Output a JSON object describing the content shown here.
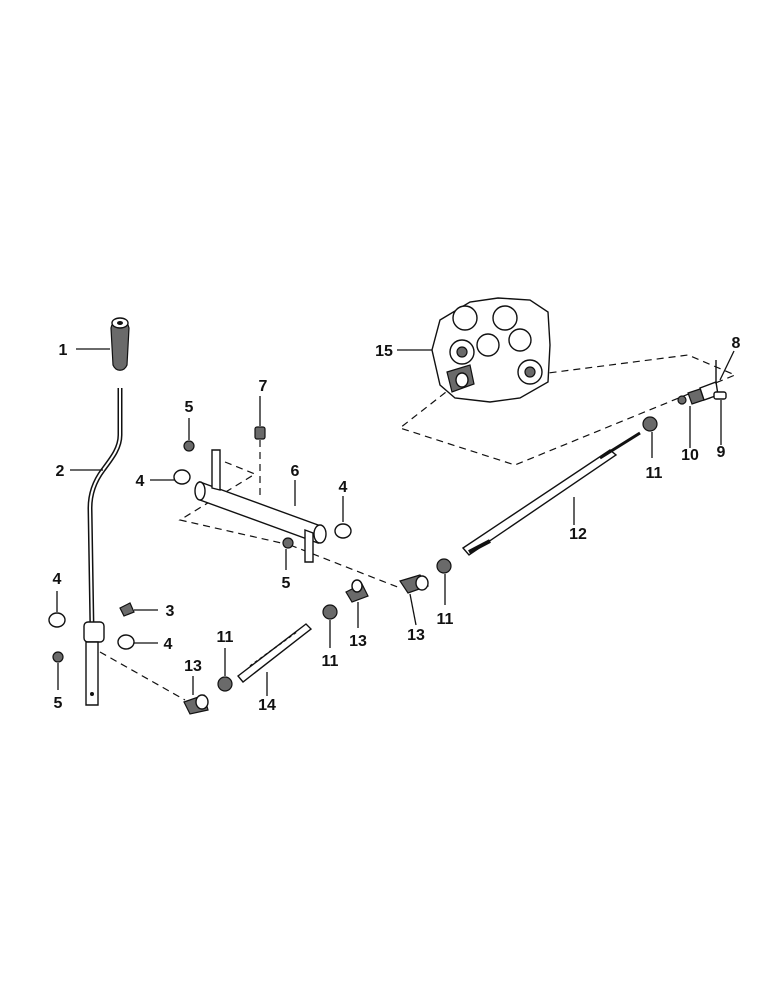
{
  "diagram": {
    "callouts": [
      "1",
      "2",
      "3",
      "4",
      "4",
      "4",
      "4",
      "5",
      "5",
      "5",
      "6",
      "7",
      "8",
      "9",
      "10",
      "11",
      "11",
      "11",
      "11",
      "12",
      "13",
      "13",
      "13",
      "14",
      "15"
    ]
  },
  "colors": {
    "line": "#111111",
    "shade": "#6a6a6a",
    "background": "#ffffff"
  }
}
